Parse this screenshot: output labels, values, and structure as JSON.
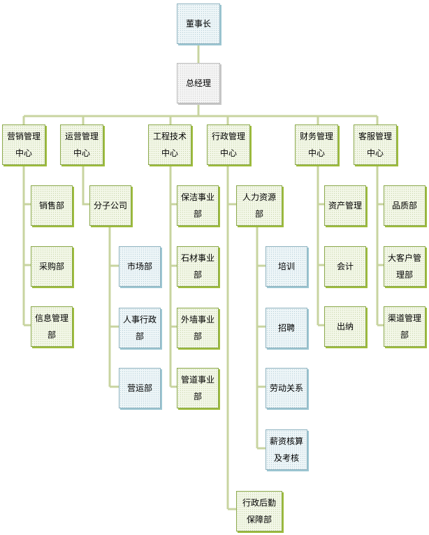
{
  "colors": {
    "connector": "#c8d4a0",
    "green_border": "#8aa84a",
    "blue_border": "#8fb3c0",
    "gray_border": "#b8b8b8"
  },
  "nodes": {
    "chairman": {
      "label": "董事长",
      "style": "blue"
    },
    "gm": {
      "label": "总经理",
      "style": "gray"
    },
    "sales_center": {
      "label": "营销管理\n中心",
      "style": "green"
    },
    "ops_center": {
      "label": "运营管理\n中心",
      "style": "green"
    },
    "eng_center": {
      "label": "工程技术\n中心",
      "style": "green"
    },
    "admin_center": {
      "label": "行政管理\n中心",
      "style": "green"
    },
    "finance_center": {
      "label": "财务管理\n中心",
      "style": "green"
    },
    "service_center": {
      "label": "客服管理\n中心",
      "style": "green"
    },
    "sales_dept": {
      "label": "销售部",
      "style": "green"
    },
    "purchase_dept": {
      "label": "采购部",
      "style": "green"
    },
    "info_dept": {
      "label": "信息管理\n部",
      "style": "green"
    },
    "subsidiary": {
      "label": "分子公司",
      "style": "green"
    },
    "market_dept": {
      "label": "市场部",
      "style": "blue"
    },
    "hr_admin_dept": {
      "label": "人事行政\n部",
      "style": "blue"
    },
    "operation_dept": {
      "label": "营运部",
      "style": "blue"
    },
    "cleaning_div": {
      "label": "保洁事业\n部",
      "style": "green"
    },
    "stone_div": {
      "label": "石材事业\n部",
      "style": "green"
    },
    "wall_div": {
      "label": "外墙事业\n部",
      "style": "green"
    },
    "pipe_div": {
      "label": "管道事业\n部",
      "style": "green"
    },
    "hr_dept": {
      "label": "人力资源\n部",
      "style": "green"
    },
    "training": {
      "label": "培训",
      "style": "blue"
    },
    "recruiting": {
      "label": "招聘",
      "style": "blue"
    },
    "labor_relations": {
      "label": "劳动关系",
      "style": "blue"
    },
    "payroll": {
      "label": "薪资核算\n及考核",
      "style": "blue"
    },
    "logistics_dept": {
      "label": "行政后勤\n保障部",
      "style": "green"
    },
    "asset_mgmt": {
      "label": "资产管理",
      "style": "green"
    },
    "accounting": {
      "label": "会计",
      "style": "green"
    },
    "cashier": {
      "label": "出纳",
      "style": "green"
    },
    "quality_dept": {
      "label": "品质部",
      "style": "green"
    },
    "key_account_dept": {
      "label": "大客户管\n理部",
      "style": "green"
    },
    "channel_dept": {
      "label": "渠道管理\n部",
      "style": "green"
    }
  }
}
